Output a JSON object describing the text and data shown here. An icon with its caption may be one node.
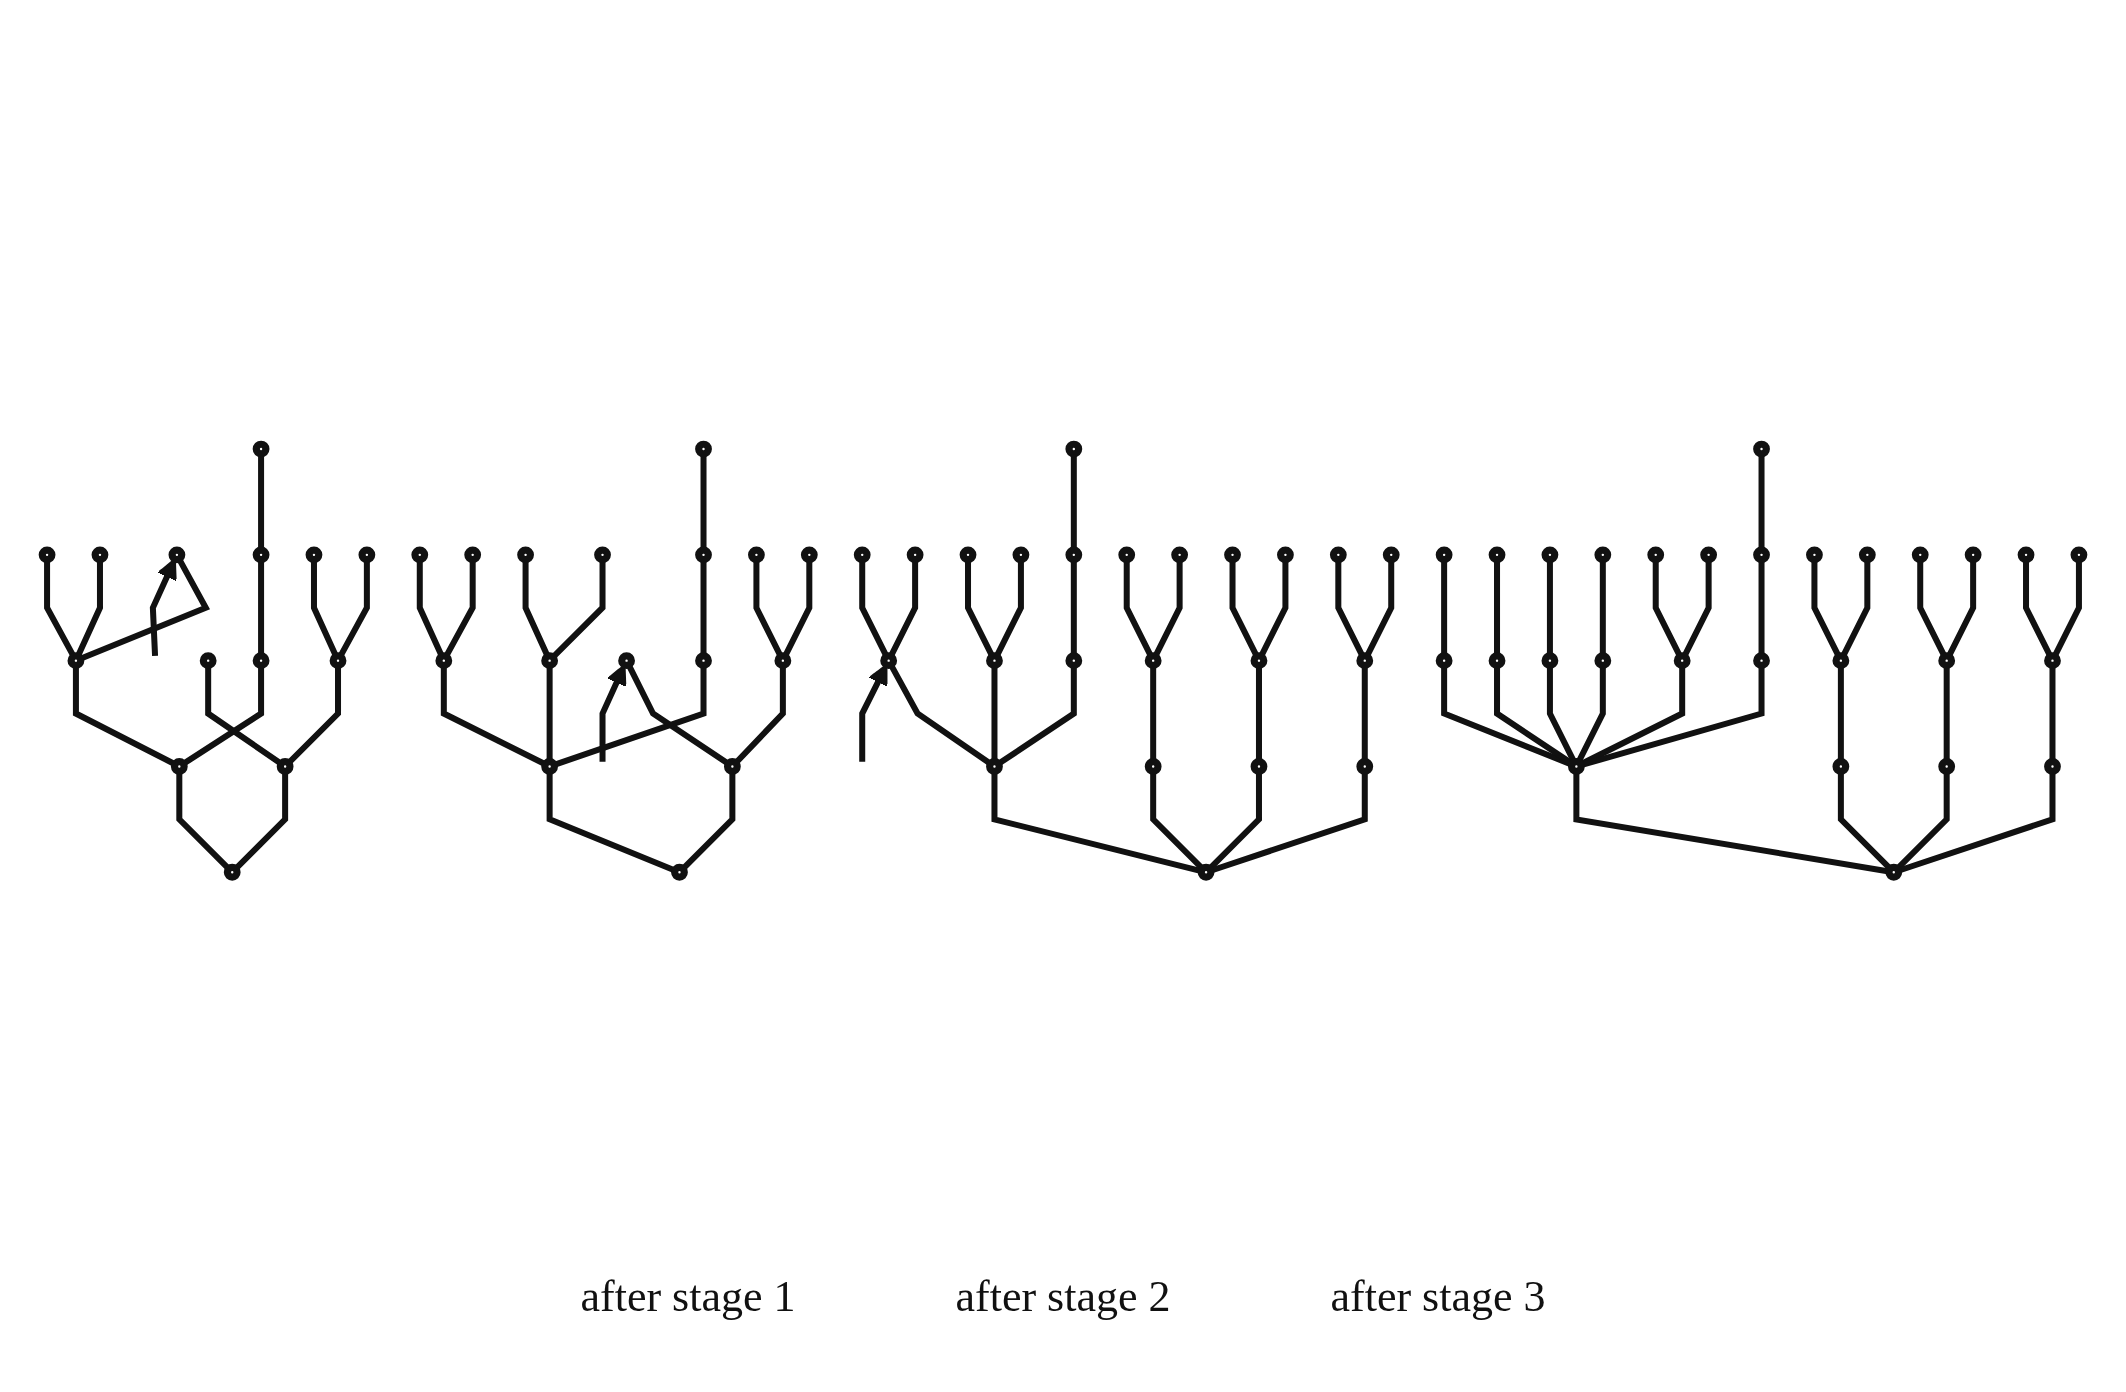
{
  "diagram": {
    "nodes": [
      {
        "text": [],
        "shape": "circle"
      },
      {
        "text": [],
        "shape": "circle"
      },
      {
        "text": [],
        "shape": "circle"
      },
      {
        "text": [],
        "shape": "circle"
      },
      {
        "text": [],
        "shape": "circle"
      },
      {
        "text": [],
        "shape": "circle"
      },
      {
        "text": [],
        "shape": "circle"
      },
      {
        "text": [],
        "shape": "circle"
      },
      {
        "text": [],
        "shape": "circle"
      },
      {
        "text": [],
        "shape": "circle"
      },
      {
        "text": [],
        "shape": "circle"
      },
      {
        "text": [],
        "shape": "circle"
      },
      {
        "text": [],
        "shape": "circle"
      },
      {
        "text": [],
        "shape": "circle"
      },
      {
        "text": [],
        "shape": "circle"
      },
      {
        "text": [],
        "shape": "circle"
      },
      {
        "text": [],
        "shape": "circle"
      },
      {
        "text": [],
        "shape": "circle"
      },
      {
        "text": [],
        "shape": "circle"
      },
      {
        "text": [],
        "shape": "circle"
      },
      {
        "text": [],
        "shape": "circle"
      },
      {
        "text": [],
        "shape": "circle"
      },
      {
        "text": [],
        "shape": "circle"
      },
      {
        "text": [],
        "shape": "circle"
      },
      {
        "text": [],
        "shape": "circle"
      },
      {
        "text": [],
        "shape": "circle"
      },
      {
        "text": [],
        "shape": "circle"
      },
      {
        "text": [],
        "shape": "circle"
      },
      {
        "text": [],
        "shape": "circle"
      },
      {
        "text": [],
        "shape": "circle"
      },
      {
        "text": [],
        "shape": "circle"
      },
      {
        "text": [],
        "shape": "circle"
      },
      {
        "text": [],
        "shape": "circle"
      },
      {
        "text": [],
        "shape": "circle"
      },
      {
        "text": [],
        "shape": "circle"
      },
      {
        "text": [],
        "shape": "circle"
      },
      {
        "text": [],
        "shape": "circle"
      },
      {
        "text": [],
        "shape": "circle"
      },
      {
        "text": [],
        "shape": "circle"
      },
      {
        "text": [],
        "shape": "circle"
      },
      {
        "text": [],
        "shape": "circle"
      },
      {
        "text": [],
        "shape": "circle"
      },
      {
        "text": [],
        "shape": "circle"
      },
      {
        "text": [],
        "shape": "circle"
      },
      {
        "text": [],
        "shape": "circle"
      },
      {
        "text": [],
        "shape": "circle"
      },
      {
        "text": [],
        "shape": "circle"
      },
      {
        "text": [],
        "shape": "circle"
      },
      {
        "text": [],
        "shape": "circle"
      },
      {
        "text": [],
        "shape": "circle"
      },
      {
        "text": [],
        "shape": "circle"
      },
      {
        "text": [],
        "shape": "circle"
      },
      {
        "text": [],
        "shape": "circle"
      },
      {
        "text": [],
        "shape": "circle"
      },
      {
        "text": [],
        "shape": "circle"
      },
      {
        "text": [],
        "shape": "circle"
      },
      {
        "text": [],
        "shape": "circle"
      },
      {
        "text": [],
        "shape": "circle"
      },
      {
        "text": [],
        "shape": "circle"
      },
      {
        "text": [],
        "shape": "circle"
      },
      {
        "text": [],
        "shape": "circle"
      },
      {
        "text": [],
        "shape": "circle"
      },
      {
        "text": [],
        "shape": "circle"
      },
      {
        "text": [],
        "shape": "circle"
      },
      {
        "text": [],
        "shape": "circle"
      },
      {
        "text": [],
        "shape": "circle"
      },
      {
        "text": [],
        "shape": "circle"
      },
      {
        "text": [],
        "shape": "circle"
      },
      {
        "text": [],
        "shape": "circle"
      },
      {
        "text": [],
        "shape": "circle"
      },
      {
        "text": [],
        "shape": "circle"
      },
      {
        "text": [],
        "shape": "circle"
      },
      {
        "text": [],
        "shape": "circle"
      },
      {
        "text": [],
        "shape": "circle"
      },
      {
        "text": [],
        "shape": "circle"
      },
      {
        "text": [],
        "shape": "circle"
      },
      {
        "text": [],
        "shape": "circle"
      },
      {
        "text": [],
        "shape": "circle"
      },
      {
        "text": [],
        "shape": "circle"
      },
      {
        "text": [],
        "shape": "circle"
      },
      {
        "text": [],
        "shape": "circle"
      }
    ],
    "edges": [
      {
        "from": 0,
        "to": 1,
        "arrow": "none"
      },
      {
        "from": 0,
        "to": 2,
        "arrow": "none"
      },
      {
        "from": 1,
        "to": 3,
        "arrow": "none"
      },
      {
        "from": 1,
        "to": 4,
        "arrow": "none"
      },
      {
        "from": 3,
        "to": 5,
        "arrow": "none"
      },
      {
        "from": 3,
        "to": 6,
        "arrow": "none"
      },
      {
        "from": 3,
        "to": 7,
        "arrow": "none"
      },
      {
        "from": 4,
        "to": 8,
        "arrow": "none"
      },
      {
        "from": 8,
        "to": 9,
        "arrow": "none"
      },
      {
        "from": 2,
        "to": 10,
        "arrow": "none"
      },
      {
        "from": 2,
        "to": 11,
        "arrow": "none"
      },
      {
        "from": 11,
        "to": 12,
        "arrow": "none"
      },
      {
        "from": 11,
        "to": 13,
        "arrow": "none"
      },
      {
        "from": null,
        "to": 7,
        "arrow": "to"
      },
      {
        "from": 14,
        "to": 15,
        "arrow": "none"
      },
      {
        "from": 14,
        "to": 16,
        "arrow": "none"
      },
      {
        "from": 15,
        "to": 17,
        "arrow": "none"
      },
      {
        "from": 15,
        "to": 18,
        "arrow": "none"
      },
      {
        "from": 15,
        "to": 19,
        "arrow": "none"
      },
      {
        "from": 17,
        "to": 20,
        "arrow": "none"
      },
      {
        "from": 17,
        "to": 21,
        "arrow": "none"
      },
      {
        "from": 18,
        "to": 22,
        "arrow": "none"
      },
      {
        "from": 18,
        "to": 23,
        "arrow": "none"
      },
      {
        "from": 19,
        "to": 24,
        "arrow": "none"
      },
      {
        "from": 24,
        "to": 25,
        "arrow": "none"
      },
      {
        "from": 16,
        "to": 26,
        "arrow": "none"
      },
      {
        "from": 16,
        "to": 27,
        "arrow": "none"
      },
      {
        "from": 27,
        "to": 28,
        "arrow": "none"
      },
      {
        "from": 27,
        "to": 29,
        "arrow": "none"
      },
      {
        "from": null,
        "to": 26,
        "arrow": "to"
      },
      {
        "from": 30,
        "to": 31,
        "arrow": "none"
      },
      {
        "from": 30,
        "to": 32,
        "arrow": "none"
      },
      {
        "from": 30,
        "to": 33,
        "arrow": "none"
      },
      {
        "from": 30,
        "to": 34,
        "arrow": "none"
      },
      {
        "from": 31,
        "to": 35,
        "arrow": "none"
      },
      {
        "from": 31,
        "to": 36,
        "arrow": "none"
      },
      {
        "from": 31,
        "to": 37,
        "arrow": "none"
      },
      {
        "from": 35,
        "to": 38,
        "arrow": "none"
      },
      {
        "from": 35,
        "to": 39,
        "arrow": "none"
      },
      {
        "from": 36,
        "to": 40,
        "arrow": "none"
      },
      {
        "from": 36,
        "to": 41,
        "arrow": "none"
      },
      {
        "from": 37,
        "to": 42,
        "arrow": "none"
      },
      {
        "from": 42,
        "to": 43,
        "arrow": "none"
      },
      {
        "from": 32,
        "to": 44,
        "arrow": "none"
      },
      {
        "from": 44,
        "to": 45,
        "arrow": "none"
      },
      {
        "from": 44,
        "to": 46,
        "arrow": "none"
      },
      {
        "from": 33,
        "to": 47,
        "arrow": "none"
      },
      {
        "from": 47,
        "to": 48,
        "arrow": "none"
      },
      {
        "from": 47,
        "to": 49,
        "arrow": "none"
      },
      {
        "from": 34,
        "to": 50,
        "arrow": "none"
      },
      {
        "from": 50,
        "to": 51,
        "arrow": "none"
      },
      {
        "from": 50,
        "to": 52,
        "arrow": "none"
      },
      {
        "from": null,
        "to": 35,
        "arrow": "to"
      },
      {
        "from": 53,
        "to": 54,
        "arrow": "none"
      },
      {
        "from": 53,
        "to": 55,
        "arrow": "none"
      },
      {
        "from": 53,
        "to": 56,
        "arrow": "none"
      },
      {
        "from": 53,
        "to": 57,
        "arrow": "none"
      },
      {
        "from": 54,
        "to": 58,
        "arrow": "none"
      },
      {
        "from": 54,
        "to": 59,
        "arrow": "none"
      },
      {
        "from": 54,
        "to": 60,
        "arrow": "none"
      },
      {
        "from": 54,
        "to": 61,
        "arrow": "none"
      },
      {
        "from": 54,
        "to": 62,
        "arrow": "none"
      },
      {
        "from": 54,
        "to": 63,
        "arrow": "none"
      },
      {
        "from": 58,
        "to": 64,
        "arrow": "none"
      },
      {
        "from": 59,
        "to": 65,
        "arrow": "none"
      },
      {
        "from": 60,
        "to": 66,
        "arrow": "none"
      },
      {
        "from": 61,
        "to": 67,
        "arrow": "none"
      },
      {
        "from": 62,
        "to": 68,
        "arrow": "none"
      },
      {
        "from": 62,
        "to": 69,
        "arrow": "none"
      },
      {
        "from": 63,
        "to": 70,
        "arrow": "none"
      },
      {
        "from": 70,
        "to": 71,
        "arrow": "none"
      },
      {
        "from": 55,
        "to": 72,
        "arrow": "none"
      },
      {
        "from": 72,
        "to": 73,
        "arrow": "none"
      },
      {
        "from": 72,
        "to": 74,
        "arrow": "none"
      },
      {
        "from": 56,
        "to": 75,
        "arrow": "none"
      },
      {
        "from": 75,
        "to": 76,
        "arrow": "none"
      },
      {
        "from": 75,
        "to": 77,
        "arrow": "none"
      },
      {
        "from": 57,
        "to": 78,
        "arrow": "none"
      },
      {
        "from": 78,
        "to": 79,
        "arrow": "none"
      },
      {
        "from": 78,
        "to": 80,
        "arrow": "none"
      }
    ],
    "labels": [
      "after stage 1",
      "after stage 2",
      "after stage 3"
    ]
  }
}
